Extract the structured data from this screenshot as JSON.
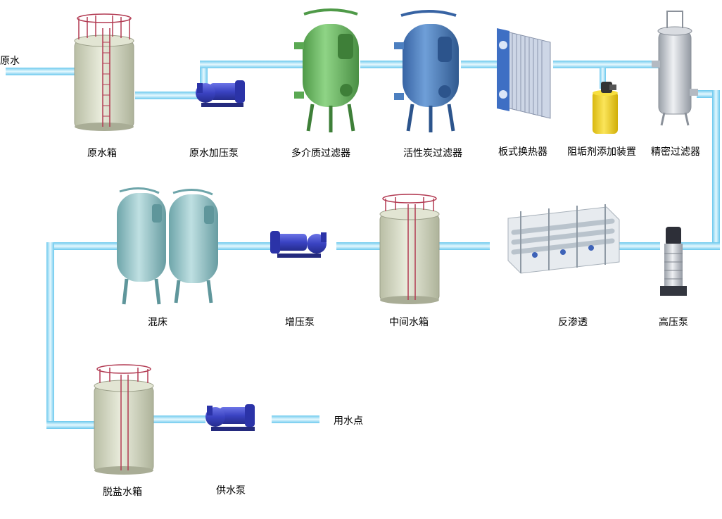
{
  "colors": {
    "pipe": "#7fd3f2",
    "pipe_light": "#d8f3fc",
    "tank_body": "#d8dcc6",
    "tank_rail": "#b23a52",
    "pump": "#3f49c9",
    "filter_green": "#79c36f",
    "filter_blue": "#4f86c9",
    "heat_exchanger": "#3e6fc4",
    "dosing": "#f2d21c",
    "precision_filter": "#c9cdd4",
    "mixed_bed": "#8fc2c6",
    "ro_frame": "#b9c3cc"
  },
  "labels": {
    "raw_water": "原水",
    "raw_water_tank": "原水箱",
    "raw_water_booster_pump": "原水加压泵",
    "multimedia_filter": "多介质过滤器",
    "activated_carbon_filter": "活性炭过滤器",
    "plate_heat_exchanger": "板式换热器",
    "antiscalant_dosing": "阻垢剂添加装置",
    "precision_filter": "精密过滤器",
    "high_pressure_pump": "高压泵",
    "reverse_osmosis": "反渗透",
    "intermediate_tank": "中间水箱",
    "booster_pump": "增压泵",
    "mixed_bed": "混床",
    "desalted_water_tank": "脱盐水箱",
    "supply_pump": "供水泵",
    "point_of_use": "用水点"
  },
  "icons": [
    "tank",
    "pump",
    "pressure-filter",
    "plate-heat-exchanger",
    "dosing-tank",
    "cartridge-filter",
    "vertical-multistage-pump",
    "ro-skid",
    "mixed-bed-vessels"
  ]
}
